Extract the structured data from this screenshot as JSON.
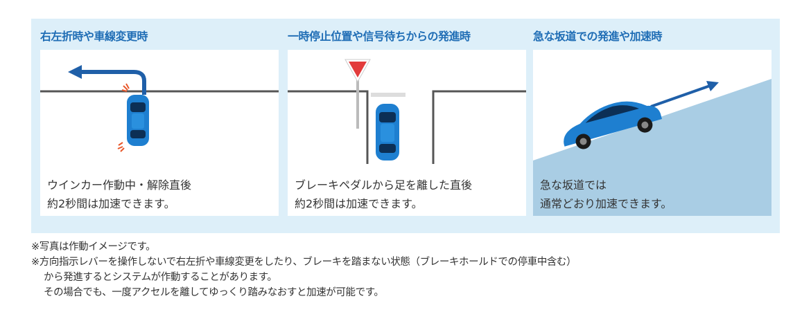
{
  "panels": [
    {
      "title": "右左折時や車線変更時",
      "caption_lines": [
        "ウインカー作動中・解除直後",
        "約2秒間は加速できます。"
      ]
    },
    {
      "title": "一時停止位置や信号待ちからの発進時",
      "caption_lines": [
        "ブレーキペダルから足を離した直後",
        "約2秒間は加速できます。"
      ]
    },
    {
      "title": "急な坂道での発進や加速時",
      "caption_lines": [
        "急な坂道では",
        "通常どおり加速できます。"
      ]
    }
  ],
  "notes": [
    "※写真は作動イメージです。",
    "※方向指示レバーを操作しないで右左折や車線変更をしたり、ブレーキを踏まない状態（ブレーキホールドでの停車中含む）",
    "から発進するとシステムが作動することがあります。",
    "その場合でも、一度アクセルを離してゆっくり踏みなおすと加速が可能です。"
  ],
  "colors": {
    "panel_bg": "#ddeff9",
    "title": "#1f6db5",
    "car_body": "#1e7fd0",
    "arrow": "#1f5fa8",
    "slope": "#a9cde4",
    "stop_sign": "#e23b3b"
  },
  "icons": [
    "left-turn-arrow-icon",
    "stop-sign-icon",
    "uphill-arrow-icon"
  ]
}
